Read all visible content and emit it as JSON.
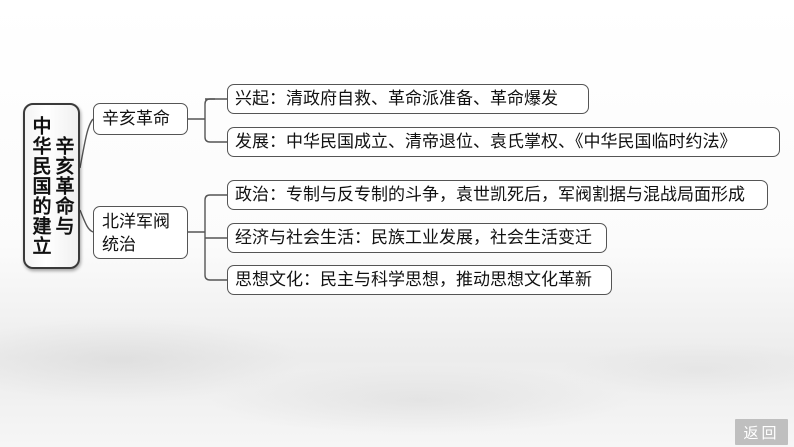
{
  "root": {
    "col1": "辛亥革命与",
    "col2": "中华民国的建立"
  },
  "branches": [
    {
      "label": "辛亥革命"
    },
    {
      "label": "北洋军阀统治"
    }
  ],
  "leaves": [
    {
      "text": "兴起：清政府自救、革命派准备、革命爆发"
    },
    {
      "text": "发展：中华民国成立、清帝退位、袁氏掌权、《中华民国临时约法》"
    },
    {
      "text": "政治：专制与反专制的斗争，袁世凯死后，军阀割据与混战局面形成"
    },
    {
      "text": "经济与社会生活：民族工业发展，社会生活变迁"
    },
    {
      "text": "思想文化：民主与科学思想，推动思想文化革新"
    }
  ],
  "nav": {
    "back_label": "返回"
  },
  "colors": {
    "line": "#555555",
    "button": "#bfbfbf"
  }
}
